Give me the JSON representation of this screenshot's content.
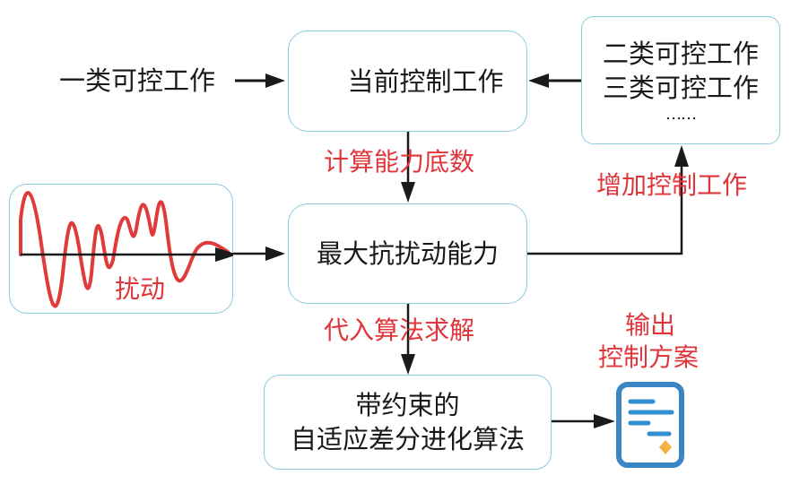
{
  "diagram": {
    "nodes": {
      "input_class1": {
        "label": "一类可控工作"
      },
      "current_work": {
        "label": "当前控制工作"
      },
      "other_work": {
        "lines": [
          "二类可控工作",
          "三类可控工作",
          "……"
        ]
      },
      "disturbance": {
        "label": "扰动"
      },
      "max_anti": {
        "label": "最大抗扰动能力"
      },
      "algorithm": {
        "lines": [
          "带约束的",
          "自适应差分进化算法"
        ]
      },
      "output": {
        "lines": [
          "输出",
          "控制方案"
        ]
      }
    },
    "edge_labels": {
      "compute_base": "计算能力底数",
      "add_work": "增加控制工作",
      "solve": "代入算法求解"
    },
    "icons": {
      "output_document": "document-icon",
      "disturbance_wave": "waveform-icon"
    },
    "colors": {
      "box_border": "#8ecae0",
      "label_red": "#e0353b",
      "wave_red": "#e03a3a",
      "doc_blue": "#3a85c4",
      "doc_line_blue": "#2f8fd0",
      "doc_diamond": "#f4b042",
      "arrow": "#1a1a1a"
    }
  }
}
